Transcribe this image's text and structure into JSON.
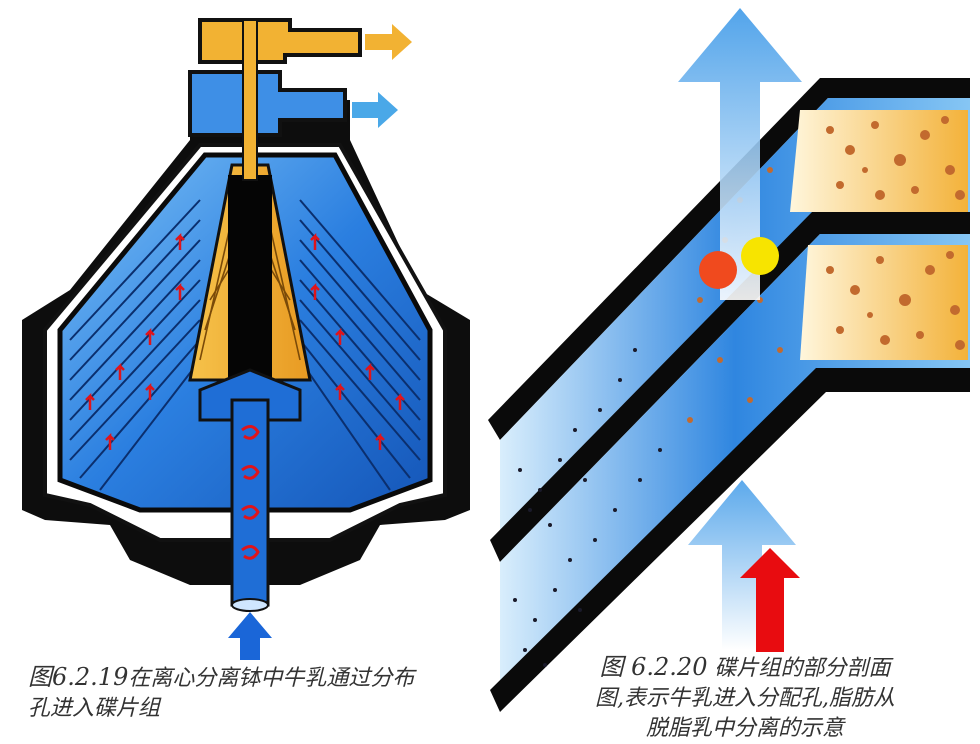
{
  "figures": [
    {
      "number": "图6.2.19",
      "caption_line1": "在离心分离钵中牛乳通过分布",
      "caption_line2": "孔进入碟片组"
    },
    {
      "number": "图 6.2.20",
      "caption_line1": "碟片组的部分剖面",
      "caption_line2": "图,表示牛乳进入分配孔,脂肪从",
      "caption_line3": "脱脂乳中分离的示意"
    }
  ],
  "colors": {
    "milk_blue": "#2b7fe0",
    "cream_yellow": "#f2b233",
    "skim_blue_arrow": "#4aa8e8",
    "inlet_arrow": "#1a66d8",
    "flow_red": "#e0141a",
    "marker_orange_red": "#f04a1e",
    "marker_yellow": "#f7e400",
    "fat_globule": "#c26a2e"
  }
}
